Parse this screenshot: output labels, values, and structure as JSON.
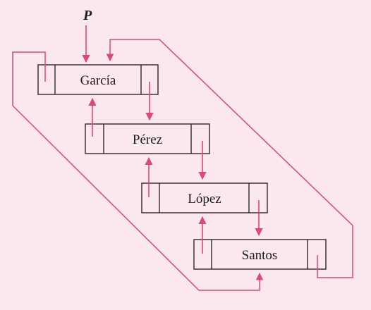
{
  "diagram": {
    "pointer_label": "P",
    "nodes": [
      {
        "label": "García"
      },
      {
        "label": "Pérez"
      },
      {
        "label": "López"
      },
      {
        "label": "Santos"
      }
    ],
    "colors": {
      "background": "#fbe8ef",
      "box_fill": "#fbe8ef",
      "box_stroke": "#2a2a2a",
      "link": "#e0457b",
      "text": "#1b1b1b"
    },
    "structure": "circular doubly linked list"
  }
}
